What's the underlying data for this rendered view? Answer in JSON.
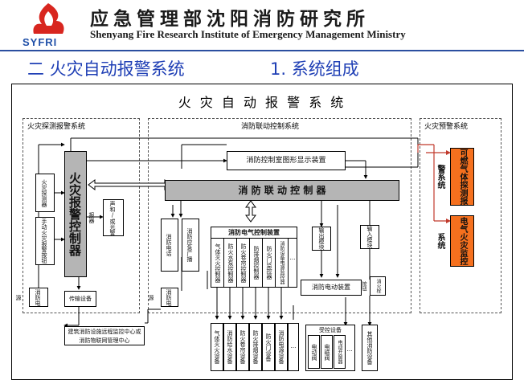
{
  "header": {
    "logo_text": "SYFRI",
    "title_cn": "应急管理部沈阳消防研究所",
    "title_en": "Shenyang Fire Research Institute of Emergency Management Ministry"
  },
  "section": {
    "heading": "二  火灾自动报警系统",
    "subheading": "1. 系统组成"
  },
  "colors": {
    "accent": "#1f3fb5",
    "orange": "#f5701e",
    "gray": "#b5b5b5"
  },
  "diagram": {
    "title": "火 灾 自 动 报 警 系 统",
    "groups": {
      "detect": "火灾探测报警系统",
      "linkage": "消防联动控制系统",
      "warning": "火灾预警系统"
    },
    "nodes": {
      "fire_controller": "火灾报警控制器",
      "detector": "火灾探测器",
      "manual_button": "手动火灾报警按钮",
      "sound_light": "声和/或光警报器",
      "power1": "消防电源",
      "transmission": "传输设备",
      "display": "消防控制室图形显示装置",
      "linkage_controller": "消 防 联 动 控 制 器",
      "phone": "消防电话",
      "broadcast": "消防应急广播",
      "power2": "消防电源",
      "electric_control": "消防电气控制装置",
      "ec_items": [
        "气体灭火控制器",
        "防火水泵控制器",
        "防火卷帘控制器",
        "防排烟控制器",
        "防火门监控器",
        "消防设备电源监控器",
        "…"
      ],
      "output_module": "输出模块",
      "input_module": "输入模块",
      "electric_device": "消防电动装置",
      "hydrant_button": "消火栓按钮",
      "bottom_items": [
        "气体灭火设备",
        "消防给水设备",
        "防火卷帘设备",
        "防火排烟设备",
        "防火门设备",
        "消防电源设备",
        "…"
      ],
      "controlled_group": "受控设备",
      "controlled_items": [
        "电动阀",
        "电磁阀",
        "电动开窗器",
        "…"
      ],
      "other": "其他消防设备",
      "monitoring_center": "建筑消防设施远程监控中心或消防物联网管理中心",
      "gas_detect": "可燃气体探测报警系统",
      "electric_fire": "电气火灾监控系统"
    }
  }
}
